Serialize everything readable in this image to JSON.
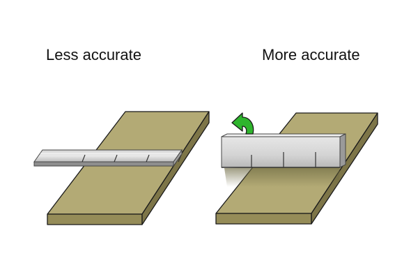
{
  "captions": {
    "left": "Less accurate",
    "right": "More accurate"
  },
  "panels": [
    {
      "id": "less-accurate",
      "ruler_orientation": "flat",
      "tick_count": 4
    },
    {
      "id": "more-accurate",
      "ruler_orientation": "on-edge",
      "tick_count": 4,
      "rotation_arrow": true
    }
  ],
  "colors": {
    "board_top": "#b3aa75",
    "board_front": "#958c58",
    "board_side": "#7d7548",
    "outline": "#1a1a1a",
    "ruler_light": "#e4e4e4",
    "ruler_mid": "#c6c6c6",
    "ruler_dark": "#8e8e8e",
    "arrow": "#2fb52d",
    "shadow": "#7f7a4e"
  },
  "icons": {
    "rotate": "rotate-arrow-icon"
  }
}
